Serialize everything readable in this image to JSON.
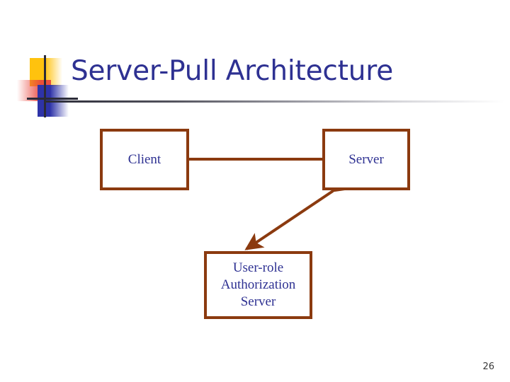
{
  "slide": {
    "title": "Server-Pull Architecture",
    "page_number": "26",
    "background_color": "#ffffff"
  },
  "theme": {
    "title_color": "#2E3192",
    "node_border_color": "#8B3A0F",
    "node_text_color": "#2E3192",
    "arrow_color": "#8B3A0F",
    "rule_color": "#2B2B38",
    "deco_yellow": "#FFC20E",
    "deco_red": "#E8453C",
    "deco_blue": "#2E33A8"
  },
  "diagram": {
    "nodes": [
      {
        "id": "client",
        "label": "Client"
      },
      {
        "id": "server",
        "label": "Server"
      },
      {
        "id": "auth",
        "label": "User-role\nAuthorization\nServer",
        "line1": "User-role",
        "line2": "Authorization",
        "line3": "Server"
      }
    ],
    "edges": [
      {
        "id": "client-server",
        "from": "client",
        "to": "server",
        "style": "double-headed",
        "orientation": "horizontal",
        "label": ""
      },
      {
        "id": "server-auth",
        "from": "server",
        "to": "auth",
        "style": "double-headed",
        "orientation": "diagonal",
        "label": ""
      }
    ]
  }
}
